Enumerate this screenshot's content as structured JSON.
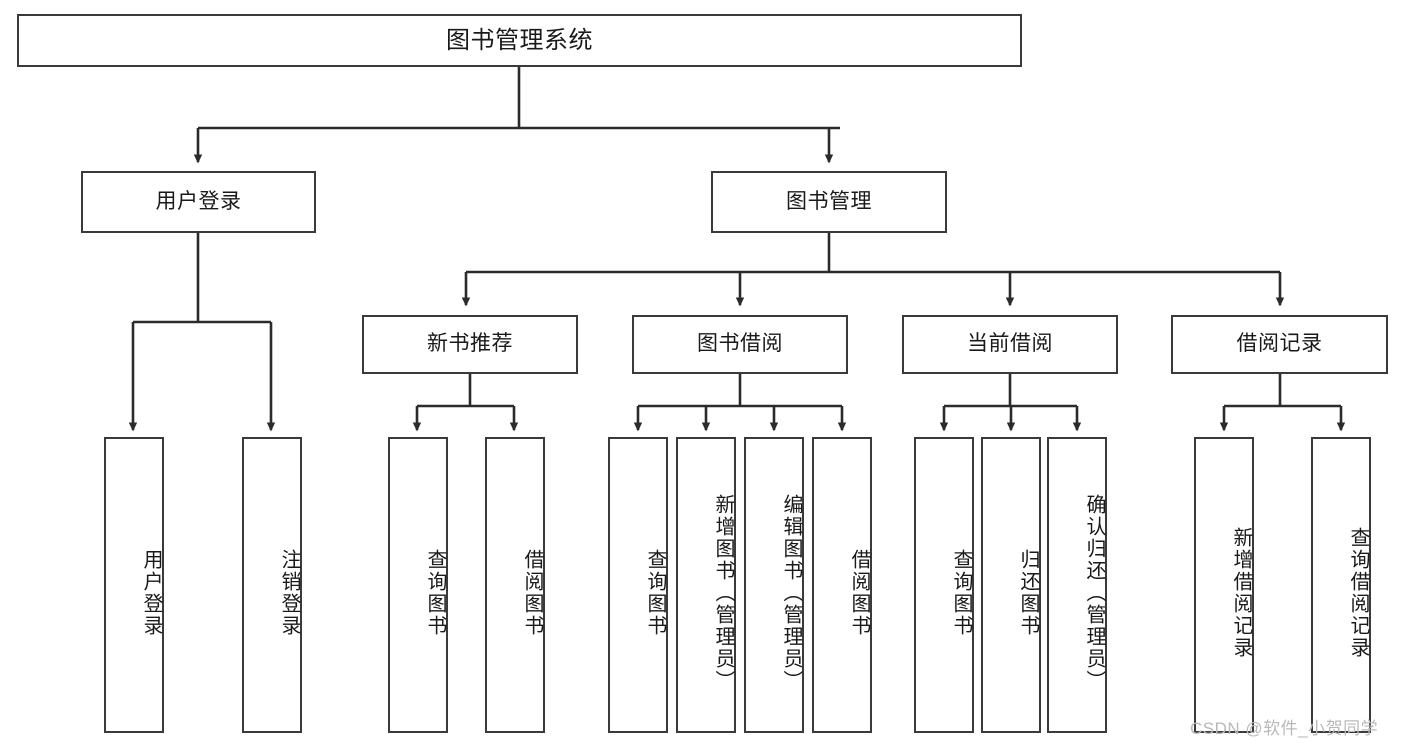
{
  "diagram": {
    "title": "图书管理系统",
    "type": "tree",
    "watermark": "CSDN @软件_小贺同学",
    "colors": {
      "box_border": "#3a3a3a",
      "box_fill": "#ffffff",
      "edge": "#2b2b2b",
      "text": "#1a1a1a",
      "watermark": "#b9b9b9",
      "background": "#ffffff"
    },
    "root": {
      "label": "图书管理系统",
      "orientation": "horizontal"
    },
    "level2": [
      {
        "label": "用户登录",
        "orientation": "horizontal"
      },
      {
        "label": "图书管理",
        "orientation": "horizontal"
      }
    ],
    "level3": [
      {
        "label": "新书推荐",
        "orientation": "horizontal",
        "parent": "图书管理"
      },
      {
        "label": "图书借阅",
        "orientation": "horizontal",
        "parent": "图书管理"
      },
      {
        "label": "当前借阅",
        "orientation": "horizontal",
        "parent": "图书管理"
      },
      {
        "label": "借阅记录",
        "orientation": "horizontal",
        "parent": "图书管理"
      }
    ],
    "leaves": [
      {
        "label": "用户登录",
        "parent": "用户登录",
        "orientation": "vertical"
      },
      {
        "label": "注销登录",
        "parent": "用户登录",
        "orientation": "vertical"
      },
      {
        "label": "查询图书",
        "parent": "新书推荐",
        "orientation": "vertical"
      },
      {
        "label": "借阅图书",
        "parent": "新书推荐",
        "orientation": "vertical"
      },
      {
        "label": "查询图书",
        "parent": "图书借阅",
        "orientation": "vertical"
      },
      {
        "label": "新增图书（管理员）",
        "parent": "图书借阅",
        "orientation": "vertical"
      },
      {
        "label": "编辑图书（管理员）",
        "parent": "图书借阅",
        "orientation": "vertical"
      },
      {
        "label": "借阅图书",
        "parent": "图书借阅",
        "orientation": "vertical"
      },
      {
        "label": "查询图书",
        "parent": "当前借阅",
        "orientation": "vertical"
      },
      {
        "label": "归还图书",
        "parent": "当前借阅",
        "orientation": "vertical"
      },
      {
        "label": "确认归还（管理员）",
        "parent": "当前借阅",
        "orientation": "vertical"
      },
      {
        "label": "新增借阅记录",
        "parent": "借阅记录",
        "orientation": "vertical"
      },
      {
        "label": "查询借阅记录",
        "parent": "借阅记录",
        "orientation": "vertical"
      }
    ]
  }
}
